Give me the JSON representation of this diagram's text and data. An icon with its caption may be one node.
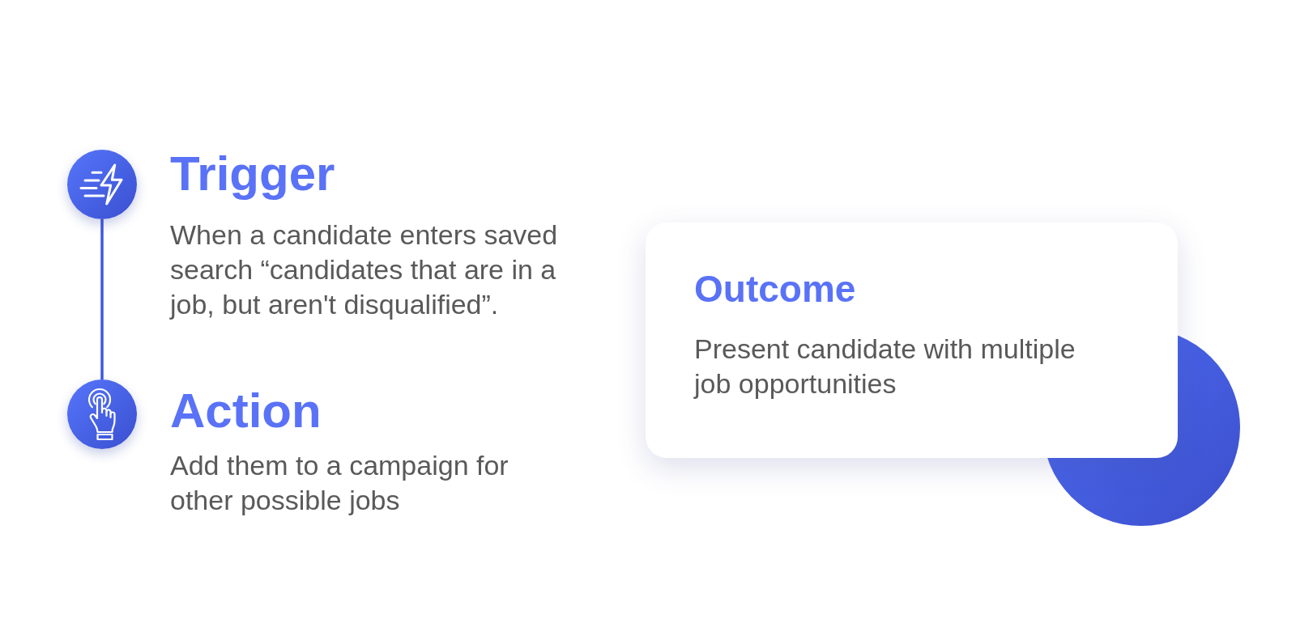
{
  "diagram": {
    "nodes": [
      {
        "text": [],
        "shape": "circle",
        "beside": [
          "Trigger",
          "When a candidate enters saved search “candidates that are in a job, but aren't disqualified”."
        ]
      },
      {
        "text": [],
        "shape": "circle",
        "beside": [
          "Action",
          "Add them to a campaign for other possible jobs"
        ]
      },
      {
        "text": [
          "Outcome",
          "Present candidate with multiple job opportunities"
        ]
      }
    ],
    "edges": [
      {
        "from": 0,
        "to": 1,
        "arrow": "none"
      }
    ]
  }
}
